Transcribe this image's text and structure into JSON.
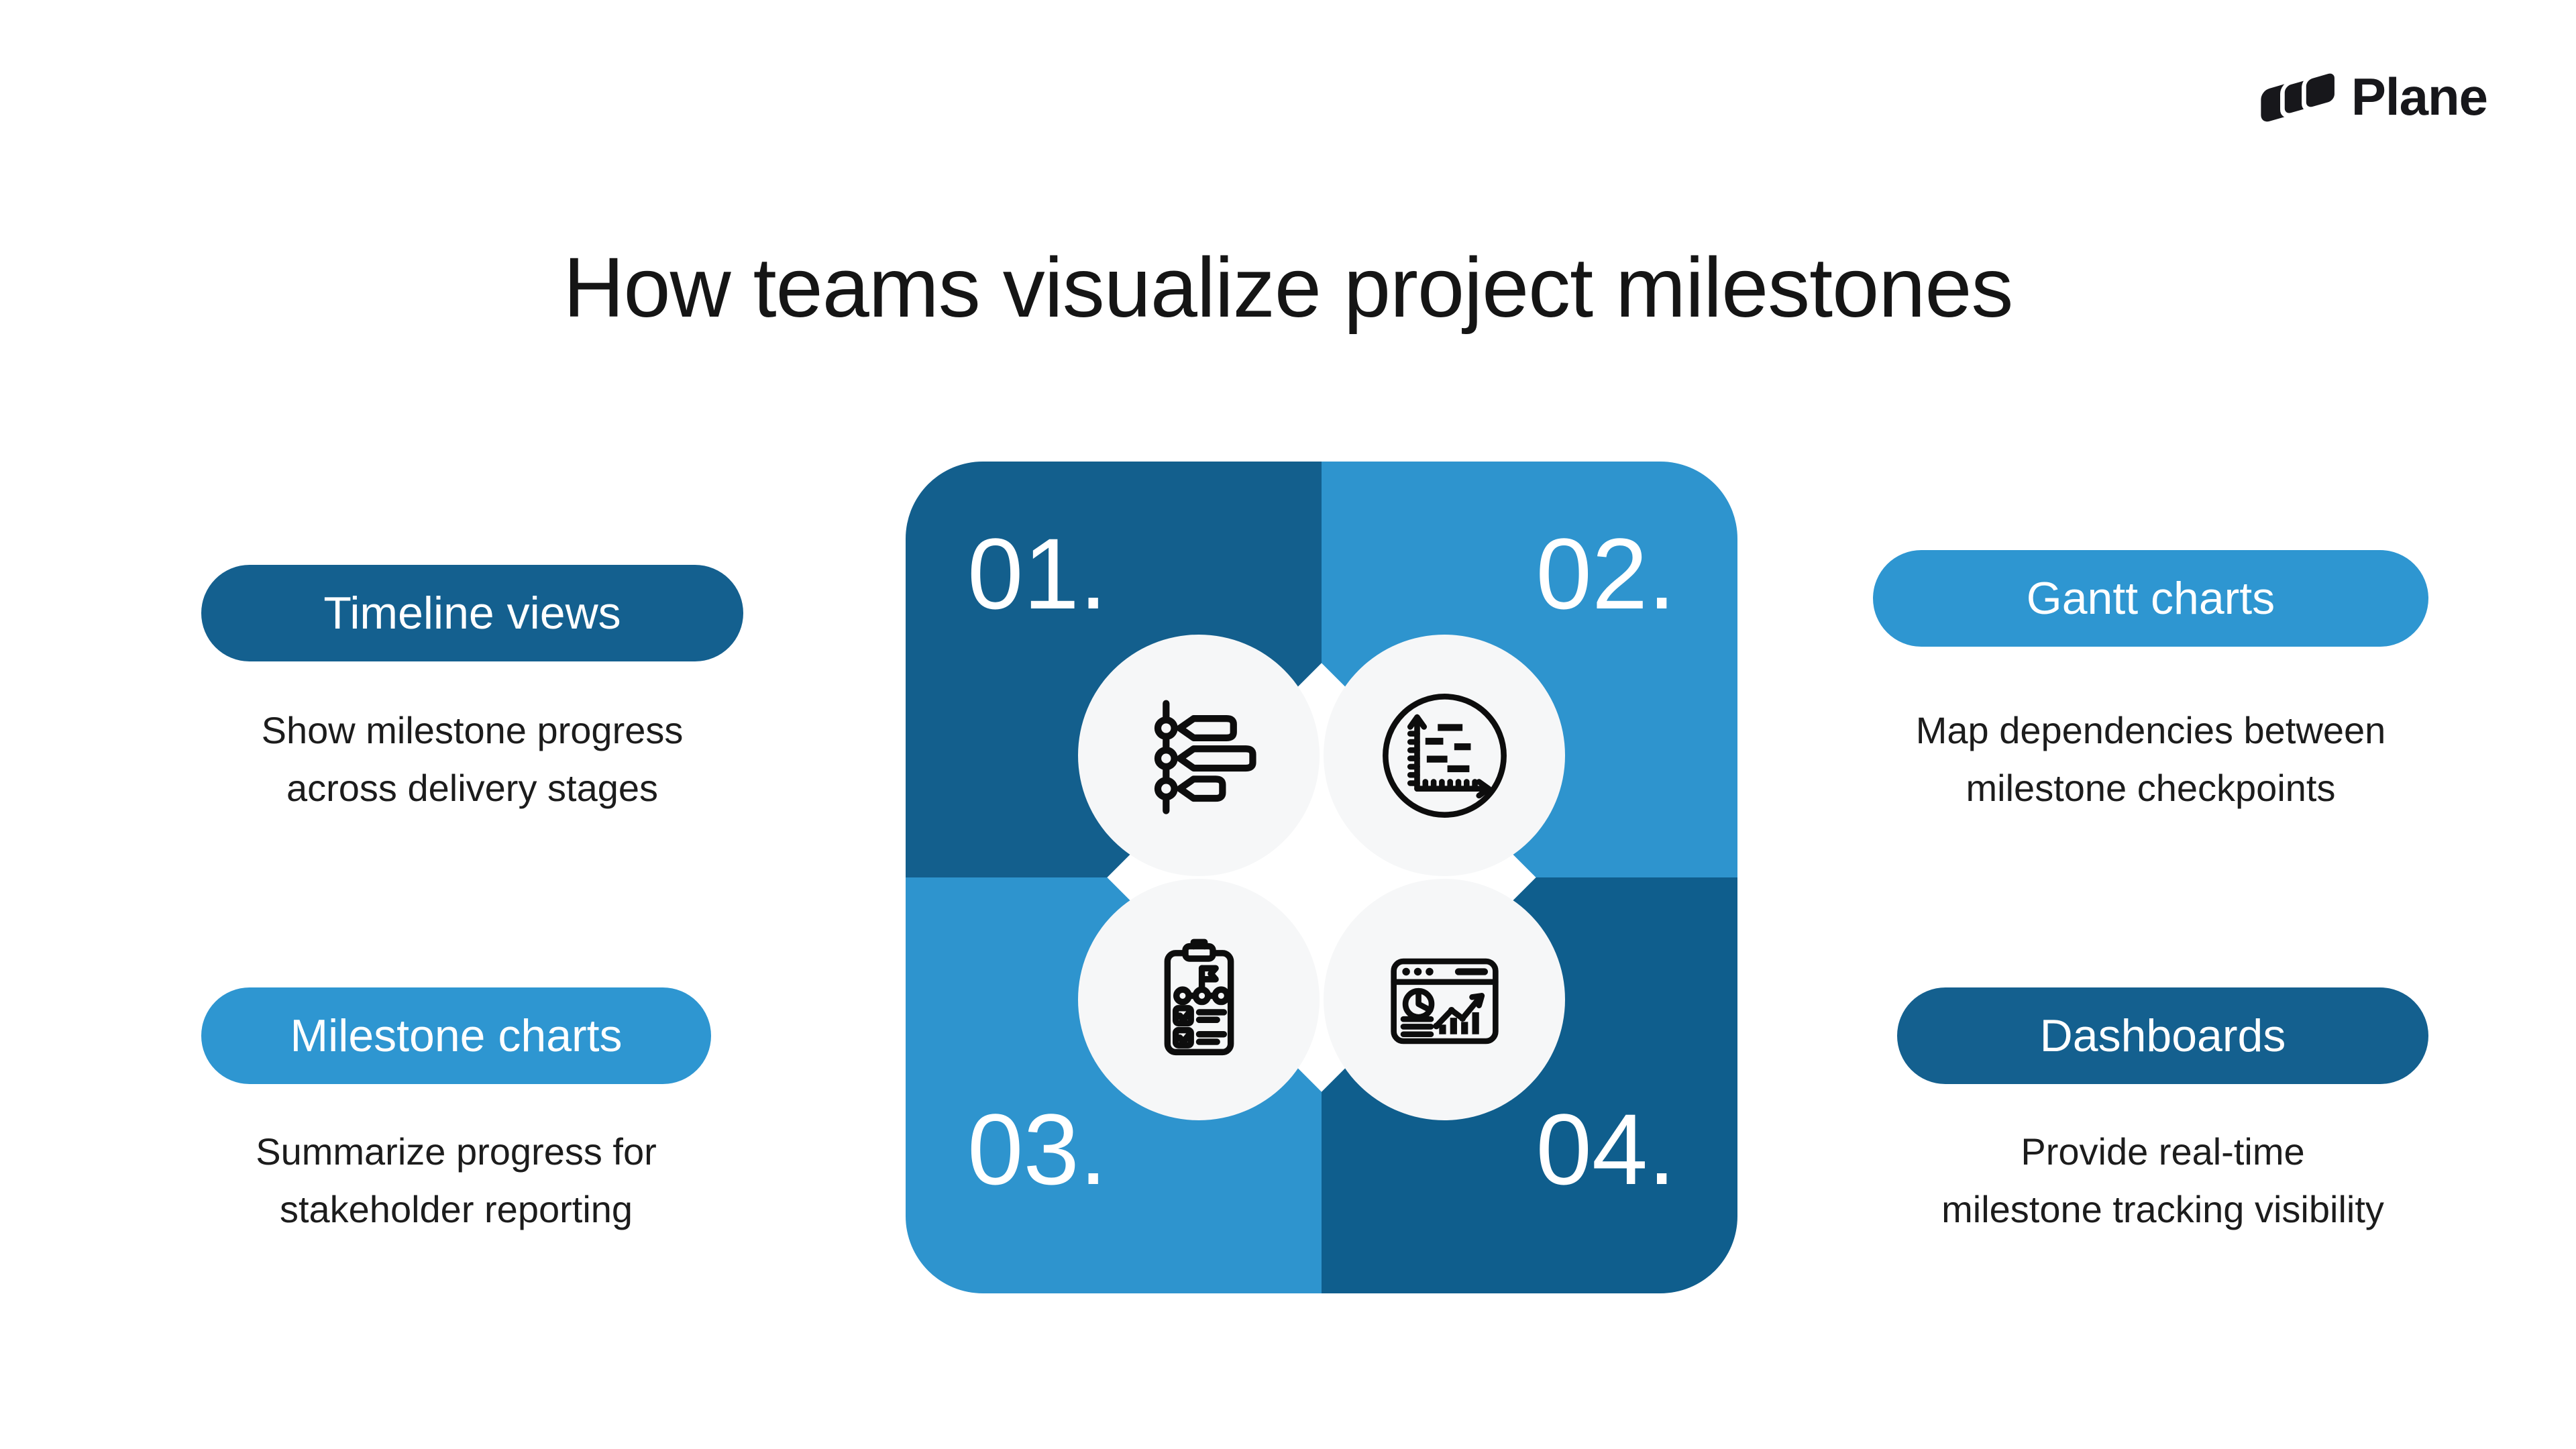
{
  "brand": {
    "name": "Plane"
  },
  "header": {
    "title": "How teams visualize project milestones"
  },
  "colors": {
    "dark_blue": "#135F8D",
    "light_blue": "#2E94CE",
    "icon_circle_bg": "#F6F7F8",
    "background": "#FFFFFF",
    "number_text": "#FFFFFF",
    "body_text": "#1C1C1C"
  },
  "quadrants": [
    {
      "number": "01.",
      "icon": "timeline-icon",
      "shade": "dark"
    },
    {
      "number": "02.",
      "icon": "gantt-chart-icon",
      "shade": "light"
    },
    {
      "number": "03.",
      "icon": "milestone-checklist-icon",
      "shade": "light"
    },
    {
      "number": "04.",
      "icon": "dashboard-icon",
      "shade": "dark"
    }
  ],
  "items": [
    {
      "label": "Timeline views",
      "description_line1": "Show milestone progress",
      "description_line2": "across delivery stages",
      "shade": "dark",
      "position": "left-top"
    },
    {
      "label": "Gantt charts",
      "description_line1": "Map dependencies between",
      "description_line2": "milestone checkpoints",
      "shade": "light",
      "position": "right-top"
    },
    {
      "label": "Milestone charts",
      "description_line1": "Summarize progress for",
      "description_line2": "stakeholder reporting",
      "shade": "light",
      "position": "left-bottom"
    },
    {
      "label": "Dashboards",
      "description_line1": "Provide real-time",
      "description_line2": "milestone tracking visibility",
      "shade": "dark",
      "position": "right-bottom"
    }
  ]
}
